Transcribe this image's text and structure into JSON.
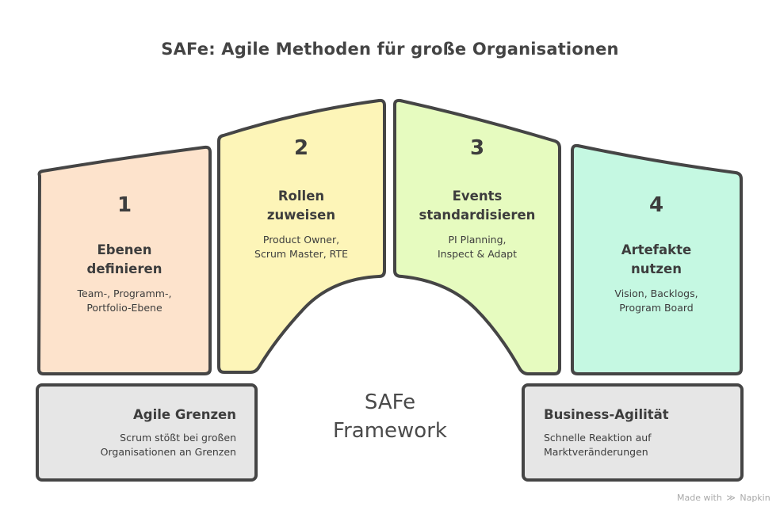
{
  "title": "SAFe: Agile Methoden für große Organisationen",
  "center_label": {
    "line1": "SAFe",
    "line2": "Framework"
  },
  "steps": [
    {
      "number": "1",
      "heading_line1": "Ebenen",
      "heading_line2": "definieren",
      "desc_line1": "Team-, Programm-,",
      "desc_line2": "Portfolio-Ebene",
      "fill": "#fde3cc"
    },
    {
      "number": "2",
      "heading_line1": "Rollen",
      "heading_line2": "zuweisen",
      "desc_line1": "Product Owner,",
      "desc_line2": "Scrum Master, RTE",
      "fill": "#fdf5b8"
    },
    {
      "number": "3",
      "heading_line1": "Events",
      "heading_line2": "standardisieren",
      "desc_line1": "PI Planning,",
      "desc_line2": "Inspect & Adapt",
      "fill": "#e6fbbf"
    },
    {
      "number": "4",
      "heading_line1": "Artefakte",
      "heading_line2": "nutzen",
      "desc_line1": "Vision, Backlogs,",
      "desc_line2": "Program Board",
      "fill": "#c5f8e2"
    }
  ],
  "boxes": {
    "left": {
      "heading": "Agile Grenzen",
      "desc_line1": "Scrum stößt bei großen",
      "desc_line2": "Organisationen an Grenzen",
      "fill": "#e6e6e6"
    },
    "right": {
      "heading": "Business-Agilität",
      "desc_line1": "Schnelle Reaktion auf",
      "desc_line2": "Marktveränderungen",
      "fill": "#e6e6e6"
    }
  },
  "colors": {
    "stroke": "#454545",
    "text": "#3d3d3d"
  },
  "watermark": {
    "prefix": "Made with",
    "logo_icon": "napkin-logo-icon",
    "brand": "Napkin"
  }
}
